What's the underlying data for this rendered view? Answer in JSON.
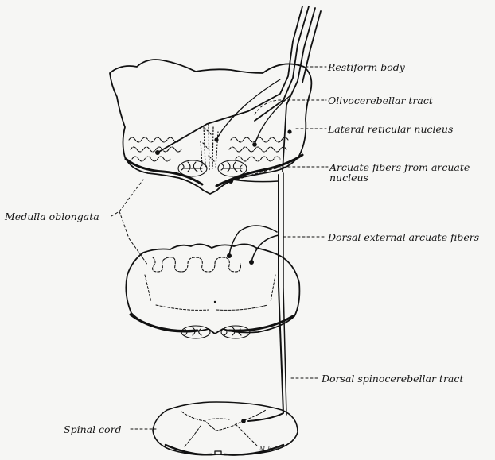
{
  "labels": {
    "restiform_body": "Restiform body",
    "olivocerebellar_tract": "Olivocerebellar tract",
    "lateral_reticular_nucleus": "Lateral reticular nucleus",
    "arcuate_fibers": "Arcuate fibers from arcuate nucleus",
    "medulla_oblongata": "Medulla oblongata",
    "dorsal_external_arcuate_fibers": "Dorsal external arcuate fibers",
    "dorsal_spinocerebellar_tract": "Dorsal spinocerebellar tract",
    "spinal_cord": "Spinal cord"
  },
  "signature": "M.E.B.",
  "colors": {
    "ink": "#111111",
    "paper": "#f6f6f4"
  }
}
